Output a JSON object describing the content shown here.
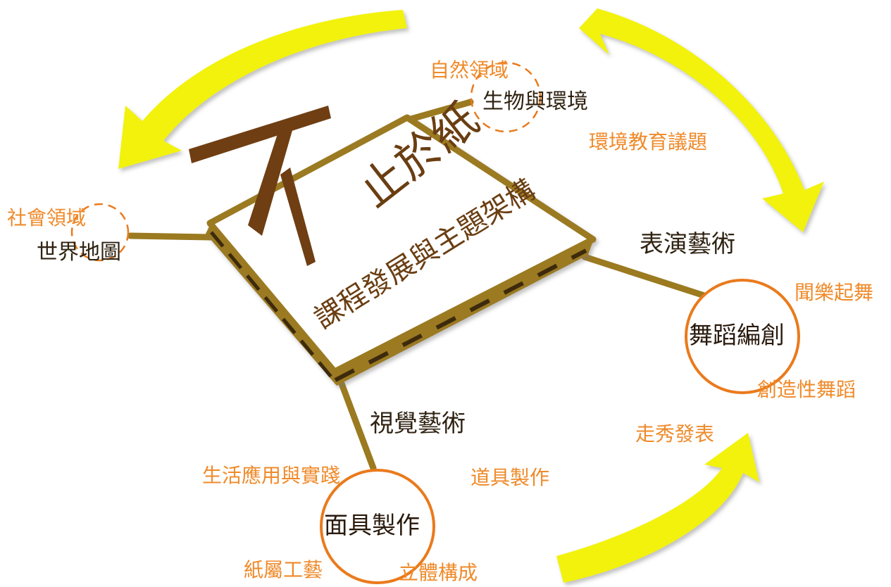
{
  "board": {
    "title_char": "不",
    "title_rest": "止於紙",
    "subtitle": "課程發展與主題架構"
  },
  "nodes": {
    "nature_domain": "自然領域",
    "bio_env": "生物與環境",
    "env_issue": "環境教育議題",
    "social_domain": "社會領域",
    "world_map": "世界地圖",
    "performing_arts": "表演藝術",
    "music_dance": "聞樂起舞",
    "dance_choreo": "舞蹈編創",
    "creative_dance": "創造性舞蹈",
    "visual_arts": "視覺藝術",
    "runway": "走秀發表",
    "life_apply": "生活應用與實踐",
    "prop_making": "道具製作",
    "mask_making": "面具製作",
    "paper_craft": "紙屬工藝",
    "three_d": "立體構成"
  },
  "colors": {
    "arrow_yellow": "#f2f20e",
    "frame_gold": "#9b7a20",
    "frame_dark": "#3d2a09",
    "circle_orange": "#ea7a1c",
    "text_orange": "#ef8a2a",
    "title_brown": "#6a3e12"
  }
}
